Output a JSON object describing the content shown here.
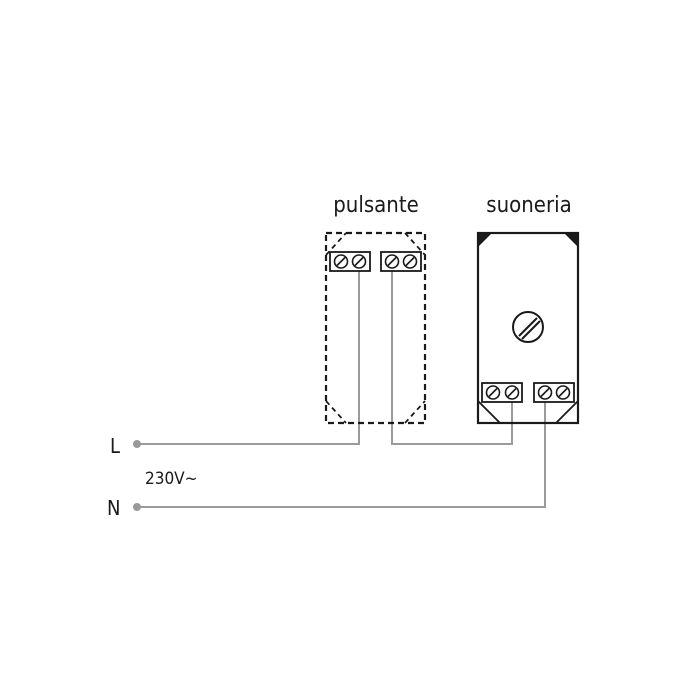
{
  "labels": {
    "button_title": "pulsante",
    "bell_title": "suoneria",
    "line_l": "L",
    "line_n": "N",
    "voltage": "230V~"
  },
  "colors": {
    "outline": "#1a1a1a",
    "wire": "#9a9a9a",
    "terminal": "#1a1a1a"
  }
}
